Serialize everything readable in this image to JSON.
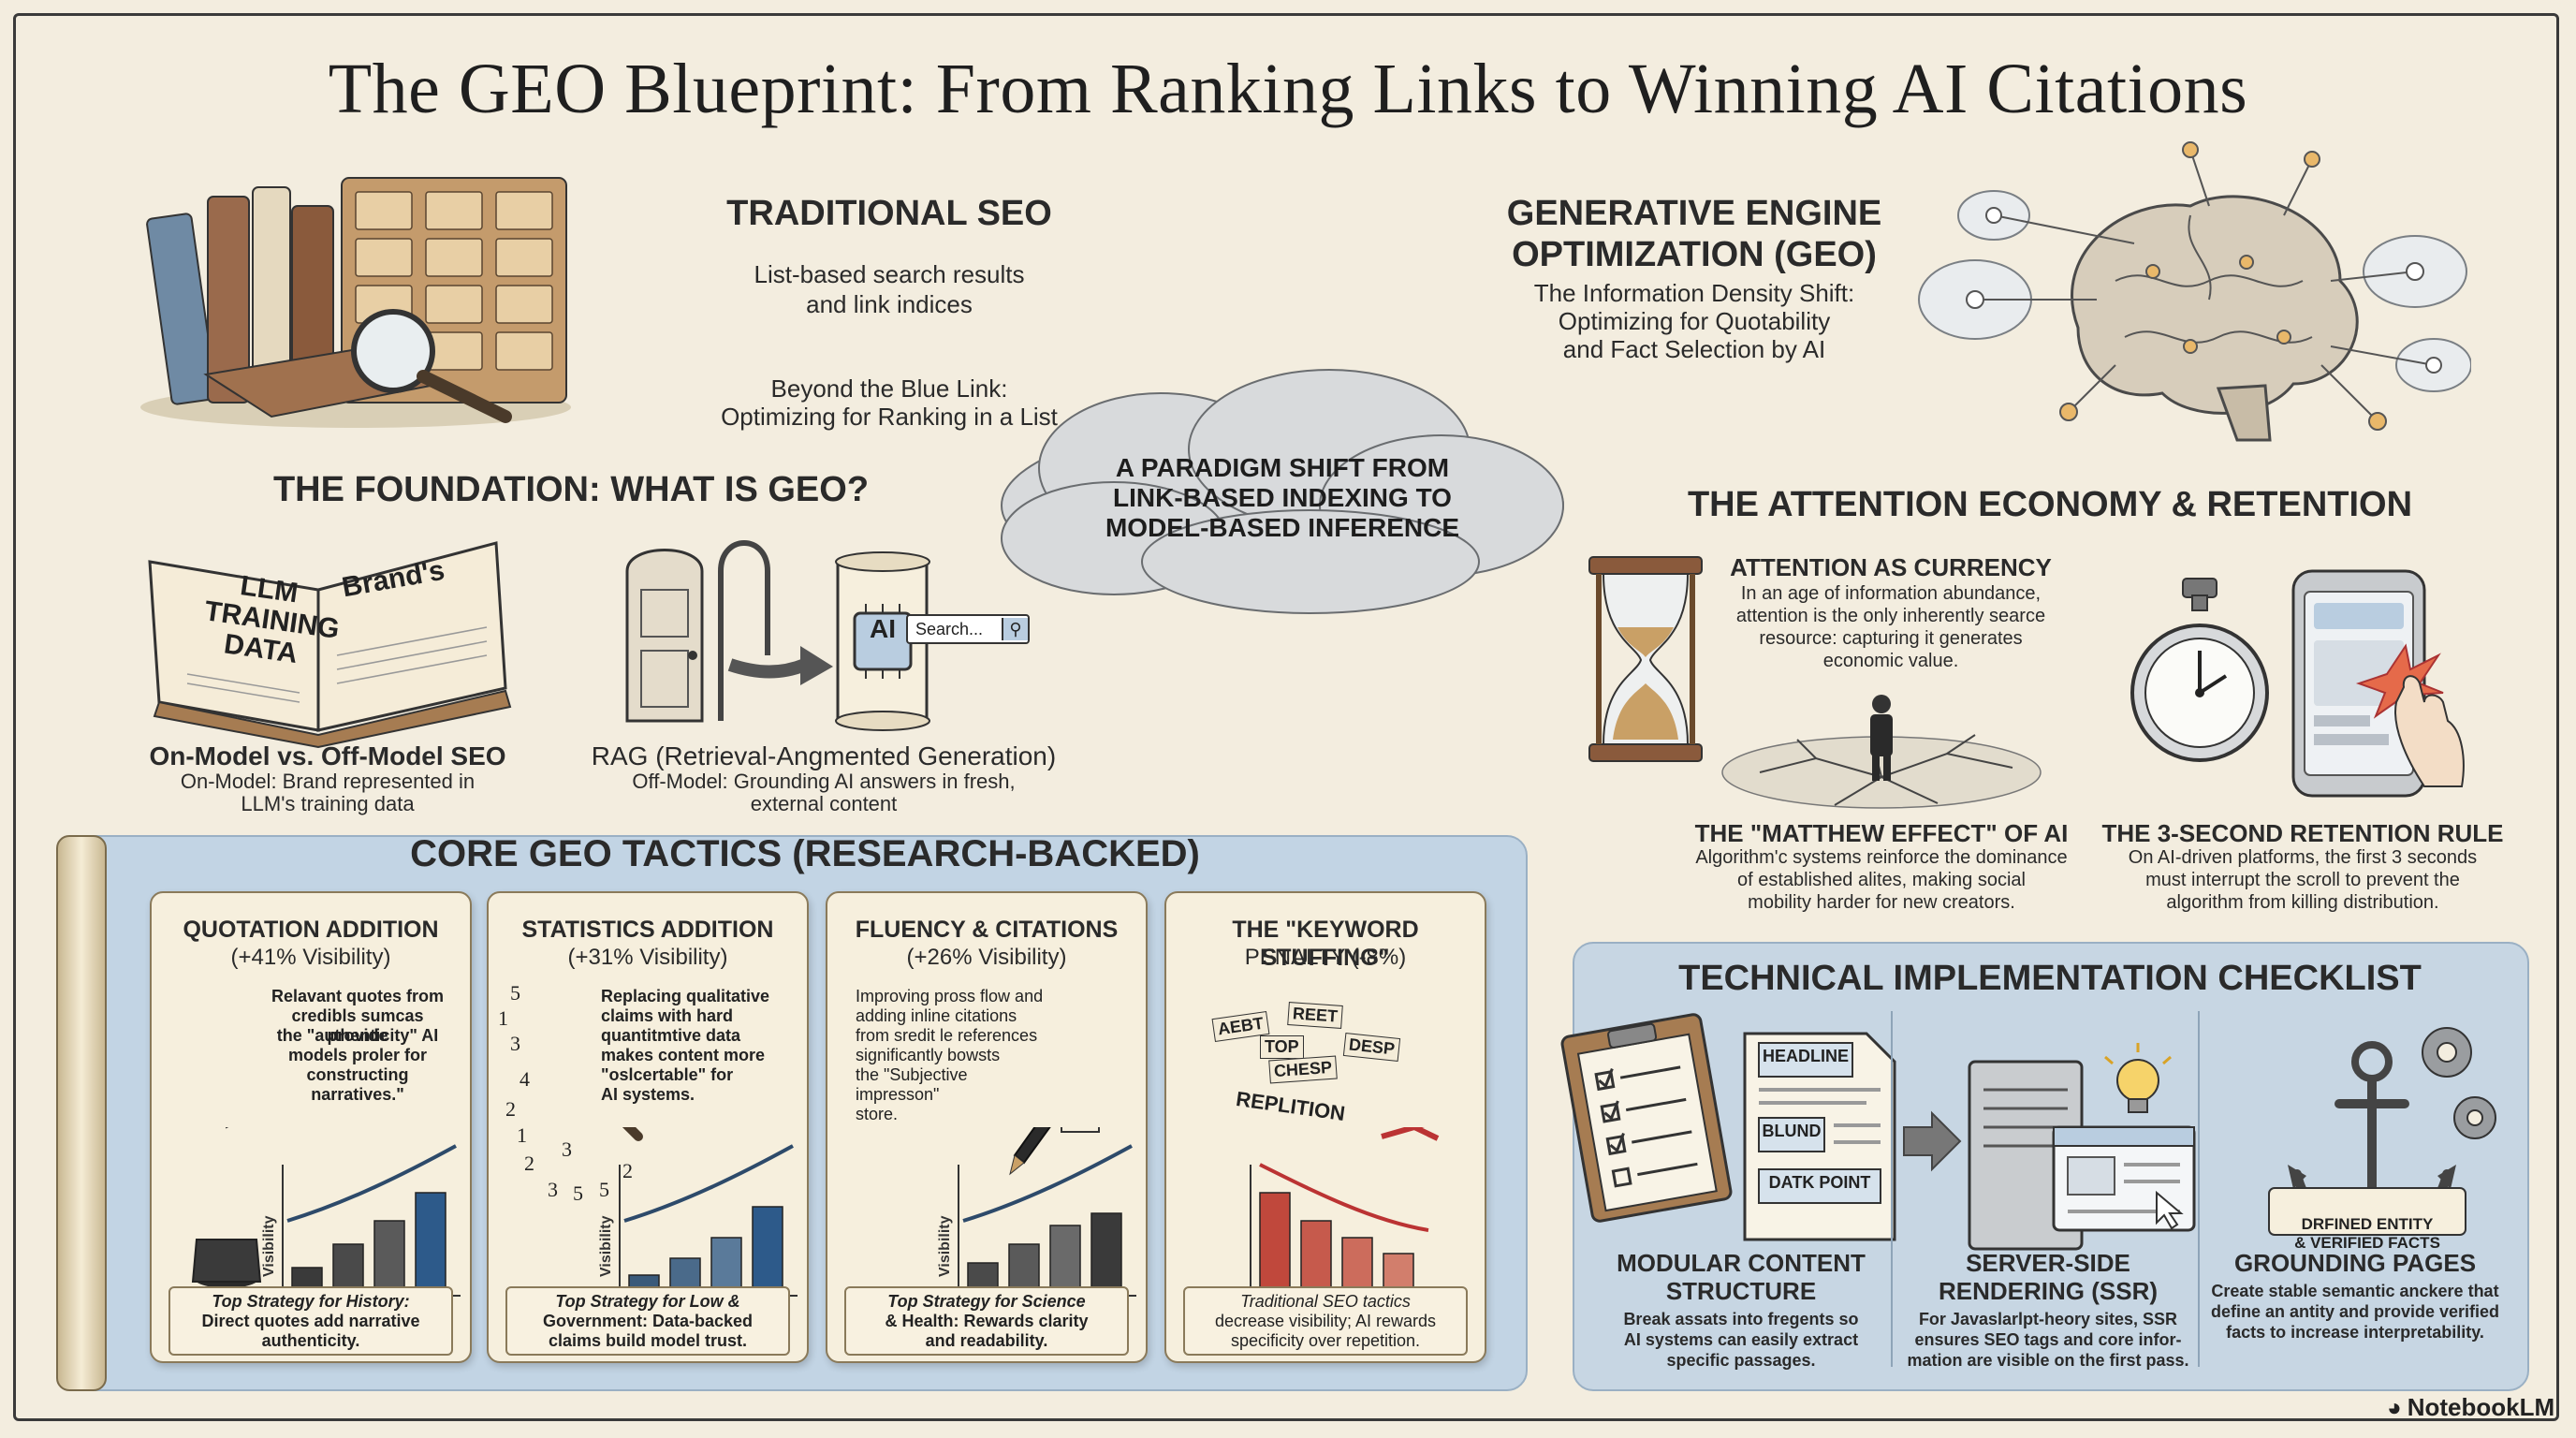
{
  "title": "The GEO Blueprint: From Ranking Links to Winning AI Citations",
  "traditional": {
    "heading": "TRADITIONAL SEO",
    "line1": "List-based search results",
    "line2": "and link indices",
    "sub1": "Beyond the Blue Link:",
    "sub2": "Optimizing for Ranking in a List"
  },
  "geo": {
    "heading1": "GENERATIVE ENGINE",
    "heading2": "OPTIMIZATION (GEO)",
    "line1": "The Information Density Shift:",
    "line2": "Optimizing for Quotability",
    "line3": "and Fact Selection by AI"
  },
  "cloud": {
    "line1": "A PARADIGM SHIFT FROM",
    "line2": "LINK-BASED INDEXING TO",
    "line3": "MODEL-BASED INFERENCE"
  },
  "foundation": {
    "heading": "THE FOUNDATION: WHAT IS GEO?",
    "book_left1": "LLM",
    "book_left2": "TRAINING",
    "book_left3": "DATA",
    "book_right": "Brand's",
    "onmodel_title": "On-Model vs. Off-Model SEO",
    "onmodel_text1": "On-Model: Brand represented in",
    "onmodel_text2": "LLM's training data",
    "chip_label": "AI",
    "search_placeholder": "Search...",
    "rag_title": "RAG (Retrieval-Angmented Generation)",
    "rag_text1": "Off-Model: Grounding AI answers in fresh,",
    "rag_text2": "external content"
  },
  "attention": {
    "heading": "THE ATTENTION ECONOMY & RETENTION",
    "currency_title": "ATTENTION AS CURRENCY",
    "currency_text1": "In an age of information abundance,",
    "currency_text2": "attention is the only inherently searce",
    "currency_text3": "resource: capturing it generates",
    "currency_text4": "economic value.",
    "matthew_title": "THE \"MATTHEW EFFECT\" OF AI",
    "matthew_text1": "Algorithm'c systems reinforce the dominance",
    "matthew_text2": "of established alites, making social",
    "matthew_text3": "mobility harder for new creators.",
    "rule_title": "THE 3-SECOND RETENTION RULE",
    "rule_text1": "On AI-driven platforms, the first 3 seconds",
    "rule_text2": "must interrupt the scroll to prevent the",
    "rule_text3": "algorithm from killing distribution."
  },
  "tactics": {
    "heading": "CORE GEO TACTICS (RESEARCH-BACKED)",
    "axis_label": "Visibility",
    "cards": [
      {
        "title1": "QUOTATION ADDITION",
        "title2": "(+41% Visibility)",
        "body": [
          "Relavant quotes from",
          "credibls sumcas provide",
          "the \"authenticity\" AI",
          "models proler for",
          "constructing narratives.\""
        ],
        "caption1": "Top Strategy for History:",
        "caption2": "Direct quotes add narrative",
        "caption3": "authenticity."
      },
      {
        "title1": "STATISTICS ADDITION",
        "title2": "(+31% Visibility)",
        "body": [
          "Replacing qualitative",
          "claims with hard",
          "quantitmtive data",
          "makes content more",
          "\"oslcertable\" for",
          "AI systems."
        ],
        "caption1": "Top Strategy for Low &",
        "caption2": "Government: Data-backed",
        "caption3": "claims build model trust."
      },
      {
        "title1": "FLUENCY & CITATIONS",
        "title2": "(+26% Visibility)",
        "body": [
          "Improving pross flow and",
          "adding inline citations",
          "from sredit le references",
          "significantly bowsts",
          "the \"Subjective",
          "impresson\"",
          "store."
        ],
        "caption1": "Top Strategy for Science",
        "caption2": "& Health: Rewards clarity",
        "caption3": "and readability."
      },
      {
        "title1": "THE \"KEYWORD STUFFING\"",
        "title2": "PENALTY (-8%)",
        "body": [],
        "box_words": [
          "AEBT",
          "REET",
          "TOP",
          "CHESP",
          "DESP",
          "REPLITION"
        ],
        "caption1": "Traditional SEO tactics",
        "caption2": "decrease visibility; AI rewards",
        "caption3": "specificity over repetition."
      }
    ],
    "numbers": [
      "5",
      "1",
      "3",
      "4",
      "2",
      "1",
      "2",
      "3",
      "5",
      "5",
      "2",
      "3"
    ]
  },
  "checklist": {
    "heading": "TECHNICAL IMPLEMENTATION CHECKLIST",
    "blocks": [
      "HEADLINE",
      "BLUND",
      "DATK POINT"
    ],
    "anchor_label1": "DRFINED ENTITY",
    "anchor_label2": "& VERIFIED FACTS",
    "items": [
      {
        "title1": "MODULAR CONTENT",
        "title2": "STRUCTURE",
        "text": [
          "Break assats into fregents so",
          "AI systems can easily extract",
          "specific passages."
        ]
      },
      {
        "title1": "SERVER-SIDE",
        "title2": "RENDERING (SSR)",
        "text": [
          "For Javaslarlpt-heory sites, SSR",
          "ensures SEO tags and core infor-",
          "mation are visible on the first pass."
        ]
      },
      {
        "title1": "GROUNDING PAGES",
        "title2": "",
        "text": [
          "Create stable semantic anckere that",
          "define an antity and provide verified",
          "facts to increase interpretability."
        ]
      }
    ]
  },
  "brand": "NotebookLM",
  "colors": {
    "background": "#f3eddf",
    "panel_blue": "#b9cde0",
    "bar_blue": "#2d5a8a",
    "bar_gray": "#5a5a5a",
    "bar_red": "#c0483c",
    "parchment": "#f6efdd"
  }
}
